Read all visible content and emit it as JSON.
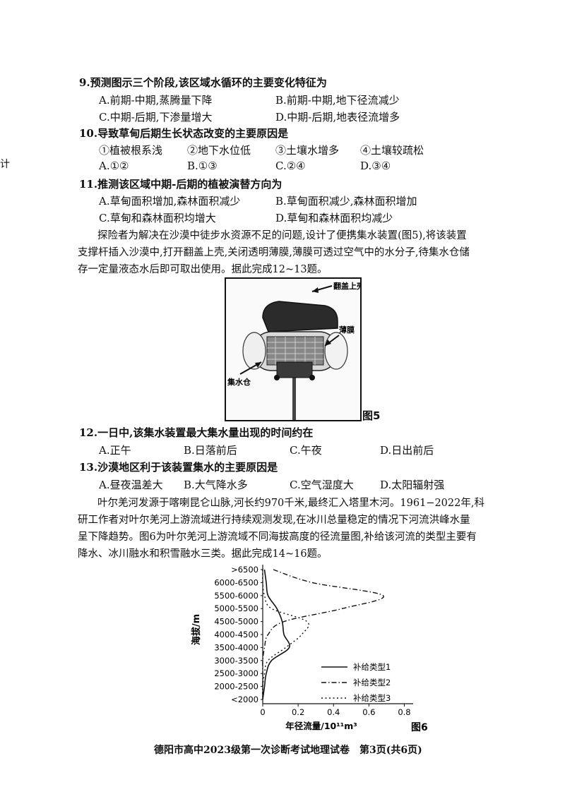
{
  "margin_mark": "计",
  "questions": [
    {
      "stem": "9.预测图示三个阶段,该区域水循环的主要变化特征为",
      "options": [
        "A.前期-中期,蒸腾量下降",
        "B.前期-中期,地下径流减少",
        "C.中期-后期,下渗量增大",
        "D.中期-后期,地表径流增多"
      ]
    },
    {
      "stem": "10.导致草甸后期生长状态改变的主要原因是",
      "statements": [
        "①植被根系浅",
        "②地下水位低",
        "③土壤水增多",
        "④土壤较疏松"
      ],
      "options": [
        "A.①②",
        "B.①③",
        "C.②④",
        "D.③④"
      ]
    },
    {
      "stem": "11.推测该区域中期-后期的植被演替方向为",
      "options": [
        "A.草甸面积增加,森林面积减少",
        "B.草甸面积减少,森林面积增加",
        "C.草甸和森林面积均增大",
        "D.草甸和森林面积均减少"
      ]
    },
    {
      "stem": "12.一日中,该集水装置最大集水量出现的时间约在",
      "options": [
        "A.正午",
        "B.日落前后",
        "C.午夜",
        "D.日出前后"
      ]
    },
    {
      "stem": "13.沙漠地区利于该装置集水的主要原因是",
      "options": [
        "A.昼夜温差大",
        "B.大气降水多",
        "C.空气湿度大",
        "D.太阳辐射强"
      ]
    }
  ],
  "passage_1": {
    "lines": [
      "探险者为解决在沙漠中徒步水资源不足的问题,设计了便携集水装置(图5),将该装置",
      "支撑杆插入沙漠中,打开翻盖上壳,关闭透明薄膜,薄膜可透过空气中的水分子,待集水仓储",
      "存一定量液态水后即可取出使用。据此完成12~13题。"
    ]
  },
  "figure5": {
    "label_lid": "翻盖上壳",
    "label_film": "薄膜",
    "label_tank": "集水仓",
    "caption": "图5"
  },
  "passage_2": {
    "lines": [
      "叶尔羌河发源于喀喇昆仑山脉,河长约970千米,最终汇入塔里木河。1961−2022年,科",
      "研工作者对叶尔羌河上游流域进行持续观测发现,在冰川总量稳定的情况下河流洪峰水量",
      "呈下降趋势。图6为叶尔羌河上游流域不同海拔高度的径流量图,补给该河流的类型主要有",
      "降水、冰川融水和积雪融水三类。据此完成14~16题。"
    ]
  },
  "chart_data": {
    "type": "line",
    "caption": "图6",
    "xlabel": "年径流量/10¹¹m³",
    "ylabel": "海拔/m",
    "x_ticks": [
      "0",
      "0.2",
      "0.4",
      "0.6",
      "0.8"
    ],
    "xlim": [
      0,
      0.85
    ],
    "categories": [
      ">6500",
      "6000-6500",
      "5500-6000",
      "5000-5500",
      "4500-5000",
      "4000-4500",
      "3500-4000",
      "3000-3500",
      "2500-3000",
      "2000-2500",
      "<2000"
    ],
    "series": [
      {
        "name": "补给类型1",
        "style": "solid",
        "values": [
          0.01,
          0.02,
          0.03,
          0.08,
          0.11,
          0.12,
          0.15,
          0.05,
          0.02,
          0.01,
          0.0
        ]
      },
      {
        "name": "补给类型2",
        "style": "dashdot",
        "values": [
          0.06,
          0.28,
          0.68,
          0.45,
          0.12,
          0.03,
          0.01,
          0.0,
          0.0,
          0.0,
          0.0
        ]
      },
      {
        "name": "补给类型3",
        "style": "dotted",
        "values": [
          0.0,
          0.0,
          0.01,
          0.05,
          0.25,
          0.22,
          0.13,
          0.03,
          0.01,
          0.0,
          0.0
        ]
      }
    ]
  },
  "footer": "德阳市高中2023级第一次诊断考试地理试卷　第3页(共6页)"
}
